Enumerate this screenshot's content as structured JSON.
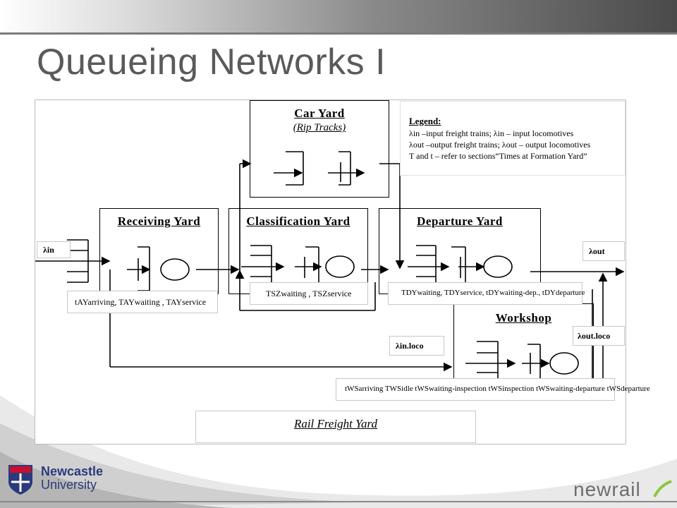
{
  "slide": {
    "title": "Queueing Networks I"
  },
  "boxes": {
    "car_yard": {
      "title": "Car Yard",
      "subtitle": "(Rip Tracks)"
    },
    "receiving_yard": {
      "title": "Receiving Yard"
    },
    "classification_yard": {
      "title": "Classification Yard"
    },
    "departure_yard": {
      "title": "Departure Yard"
    },
    "workshop": {
      "title": "Workshop"
    },
    "rail_freight_yard": {
      "title": "Rail Freight Yard"
    }
  },
  "legend": {
    "title": "Legend:",
    "line1": "λin –input freight trains; λin – input locomotives",
    "line2": "λout –output freight trains; λout – output locomotives",
    "line3": "T and t – refer to sections“Times at Formation Yard”"
  },
  "labels": {
    "lambda_in": "λin",
    "lambda_out": "λout",
    "lambda_out_loco": "λout.loco",
    "lambda_in_loco": "λin.loco",
    "ay_times": "tAYarriving, TAYwaiting , TAYservice",
    "sz_times": "TSZwaiting , TSZservice",
    "dy_times": "TDYwaiting, TDYservice, tDYwaiting-dep., tDYdeparture",
    "ws_times": "tWSarriving TWSidle tWSwaiting-inspection tWSinspection tWSwaiting-departure tWSdeparture"
  },
  "footer": {
    "university_line1": "Newcastle",
    "university_line2": "University",
    "brand": "newrail"
  }
}
